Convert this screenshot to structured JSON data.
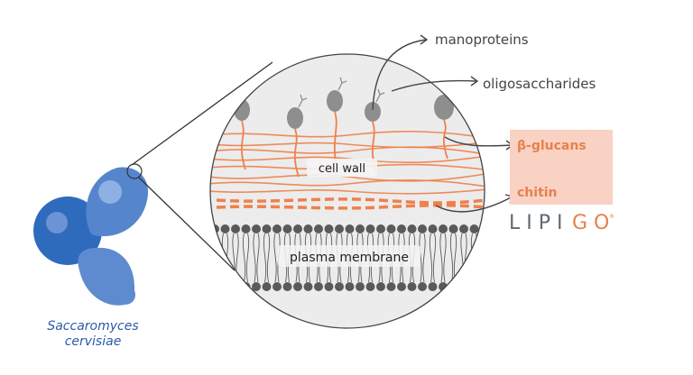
{
  "organism": {
    "line1": "Saccaromyces",
    "line2": "cervisiae"
  },
  "labels": {
    "manoproteins": "manoproteins",
    "oligosaccharides": "oligosaccharides",
    "beta_glucans": "β-glucans",
    "chitin": "chitin",
    "cell_wall": "cell wall",
    "plasma_membrane": "plasma membrane"
  },
  "logo": {
    "part1": "LIPI",
    "part2": "GO",
    "mark": "®"
  },
  "colors": {
    "yeast_dark": "#2f6bbd",
    "yeast_mid": "#5585cc",
    "yeast_light": "#8fb0e2",
    "fiber": "#f0804a",
    "protein": "#8e8e8e",
    "membrane": "#5a5a5a",
    "circle_fill": "#ececec",
    "highlight_box": "#f9d2c3",
    "label_dark": "#444444",
    "label_orange": "#e8804c",
    "organism_text": "#2c5aa8",
    "logo_gray": "#5f6a70"
  }
}
